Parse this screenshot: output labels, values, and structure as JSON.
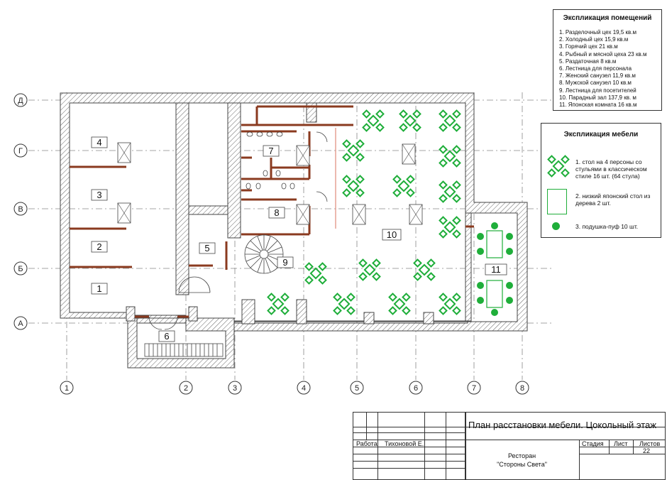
{
  "grid": {
    "rows": [
      "Д",
      "Г",
      "В",
      "Б",
      "А"
    ],
    "cols": [
      "1",
      "2",
      "3",
      "4",
      "5",
      "6",
      "7",
      "8"
    ]
  },
  "rooms": [
    "1",
    "2",
    "3",
    "4",
    "5",
    "6",
    "7",
    "8",
    "9",
    "10",
    "11"
  ],
  "room_legend": {
    "title": "Экспликация помещений",
    "items": [
      "1. Разделочный цех 19,5 кв.м",
      "2. Холодный цех 15,9 кв.м",
      "3. Горячий цех 21 кв.м",
      "4. Рыбный и мясной цеха 23 кв.м",
      "5. Раздаточная 8 кв.м",
      "6. Лестница для персонала",
      "7. Женский санузел 11,9 кв.м",
      "8. Мужской санузел 10 кв.м",
      "9. Лестница для посетителей",
      "10. Парадный зал 137,9 кв. м",
      "11. Японская комната 16 кв.м"
    ]
  },
  "furniture_legend": {
    "title": "Экспликация мебели",
    "items": [
      "1. стол на 4 персоны со стульями в классическом стиле 16 шт. (64 стула)",
      "2. низкий японский стол из дерева 2 шт.",
      "3. подушка-пуф 10 шт."
    ],
    "colors": {
      "green": "#1fae3a",
      "wall": "#8a3a1f"
    }
  },
  "title_block": {
    "title": "План расстановки мебели. Цокольный этаж",
    "role": "Работа",
    "author": "Тихоновой Е.",
    "project_line1": "Ресторан",
    "project_line2": "\"Стороны Света\"",
    "stage": "Стадия",
    "sheet": "Лист",
    "sheets": "Листов",
    "sheets_value": "22"
  }
}
